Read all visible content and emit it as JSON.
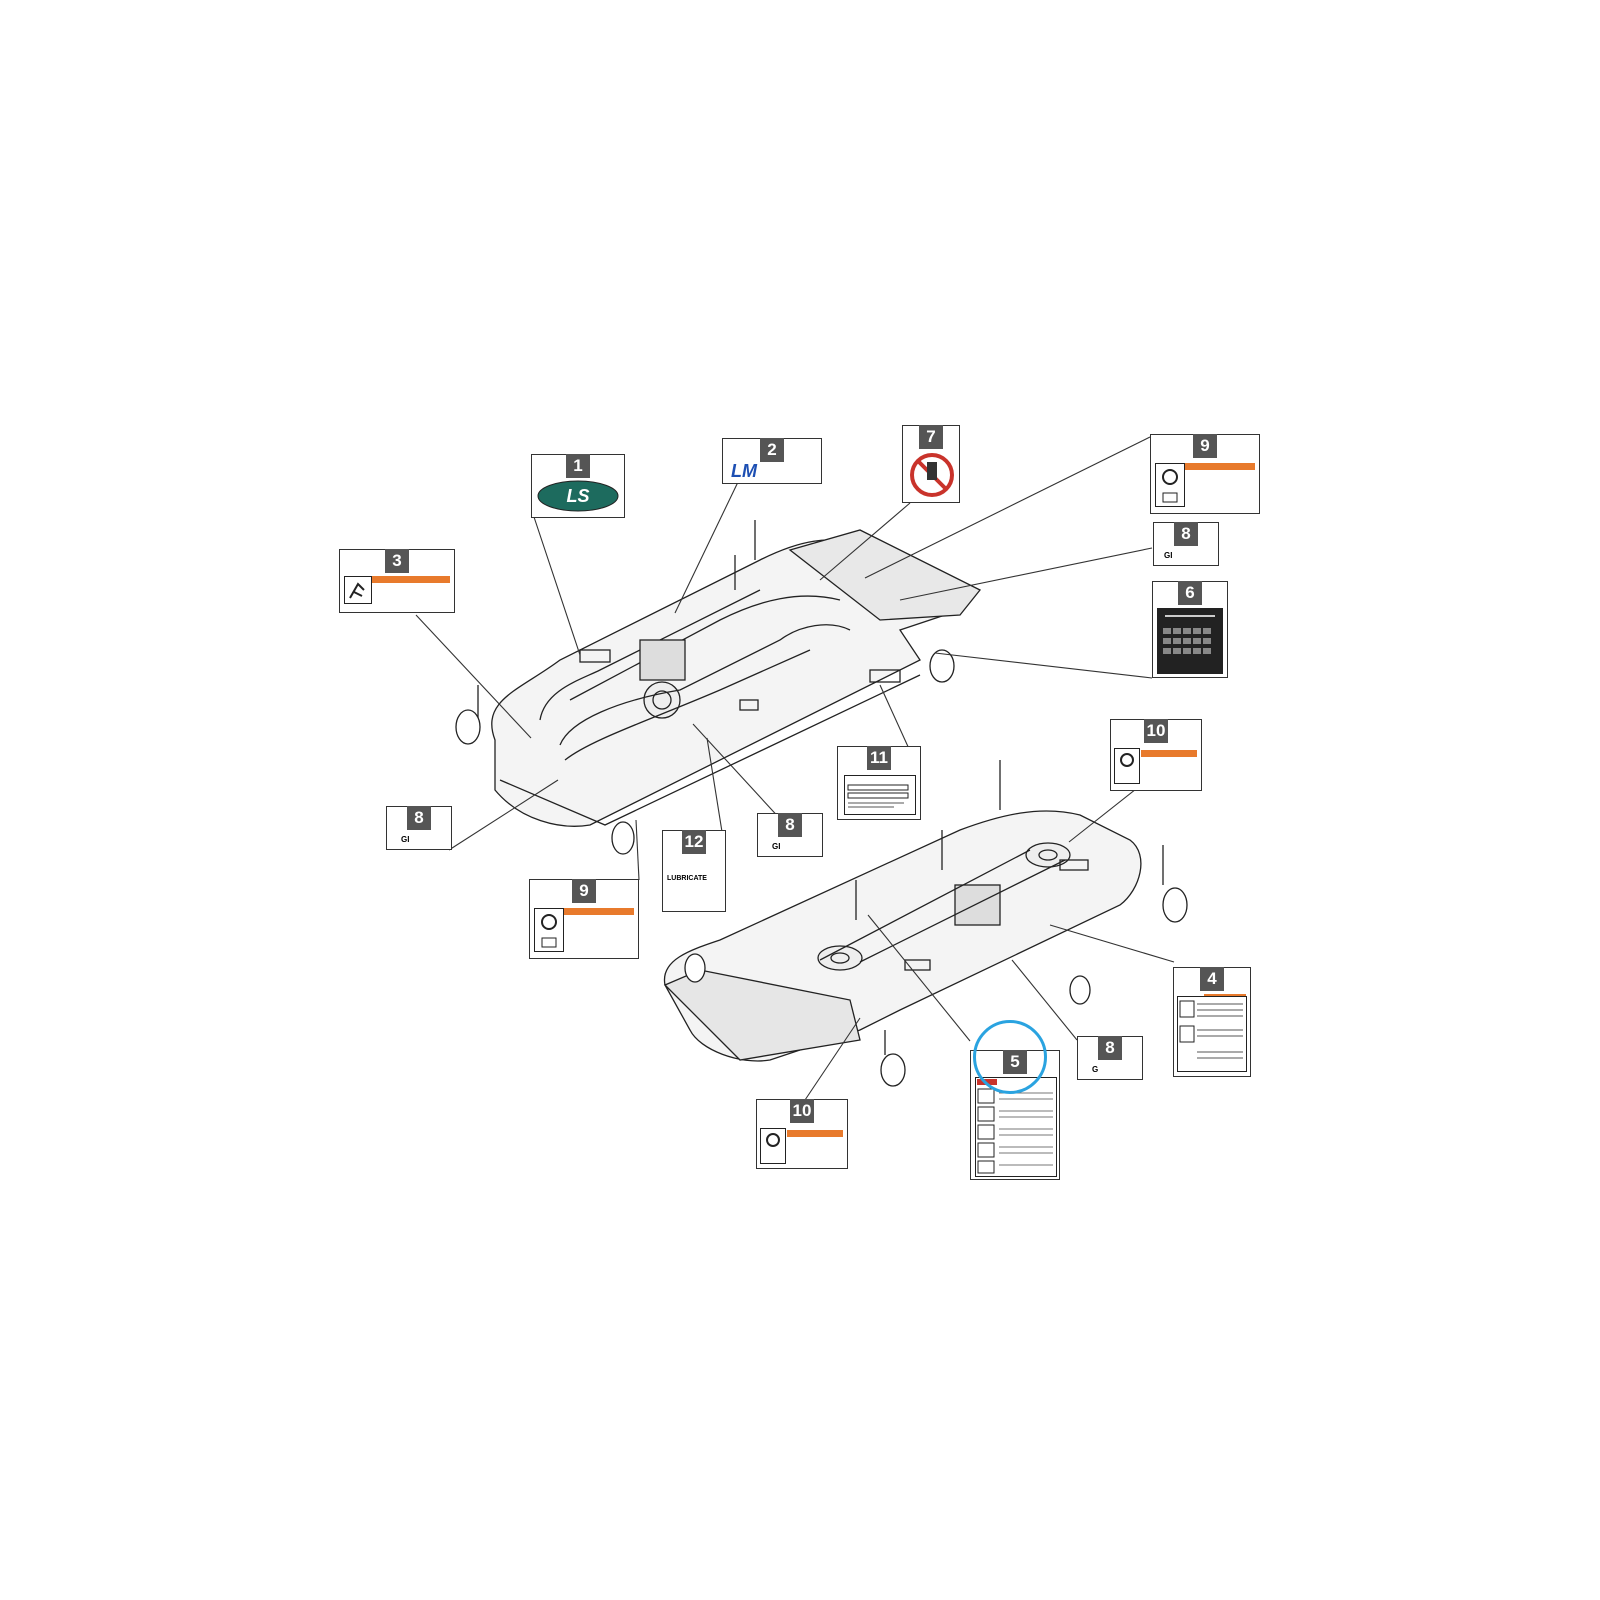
{
  "callouts": [
    {
      "id": "c1",
      "number": "1"
    },
    {
      "id": "c2",
      "number": "2",
      "text": "LM"
    },
    {
      "id": "c3",
      "number": "3"
    },
    {
      "id": "c7",
      "number": "7"
    },
    {
      "id": "c9a",
      "number": "9"
    },
    {
      "id": "c8a",
      "number": "8",
      "text": "GI"
    },
    {
      "id": "c6",
      "number": "6"
    },
    {
      "id": "c10a",
      "number": "10"
    },
    {
      "id": "c11",
      "number": "11"
    },
    {
      "id": "c8b",
      "number": "8",
      "text": "GI"
    },
    {
      "id": "c12",
      "number": "12",
      "text": "LUBRICATE"
    },
    {
      "id": "c8c",
      "number": "8",
      "text": "GI"
    },
    {
      "id": "c9b",
      "number": "9"
    },
    {
      "id": "c4",
      "number": "4"
    },
    {
      "id": "c8d",
      "number": "8",
      "text": "G"
    },
    {
      "id": "c5",
      "number": "5"
    },
    {
      "id": "c10b",
      "number": "10"
    }
  ],
  "highlight_color": "#2aa3e0",
  "warning_color": "#e87a2c",
  "logo_color": "#1d6b5e"
}
